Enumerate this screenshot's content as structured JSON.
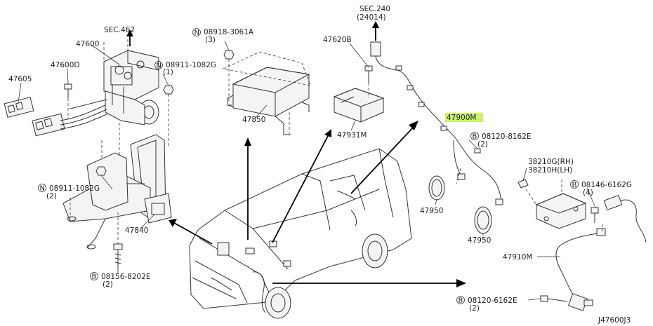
{
  "labels": {
    "sec462": "SEC.462",
    "sec240": "SEC.240",
    "sec240_sub": "(24014)",
    "p47600": "47600",
    "p47600D": "47600D",
    "p47605": "47605",
    "n08911_top": "08911-1082G",
    "n08911_top_qty": "(1)",
    "n08918": "08918-3061A",
    "n08918_qty": "(3)",
    "p47620B": "47620B",
    "p47850": "47850",
    "p47931M": "47931M",
    "p47900M": "47900M",
    "b08120_top": "08120-8162E",
    "b08120_top_qty": "(2)",
    "p38210G": "38210G(RH)",
    "p38210H": "38210H(LH)",
    "b08146": "08146-6162G",
    "b08146_qty": "(4)",
    "n08911_mid": "08911-1082G",
    "n08911_mid_qty": "(2)",
    "p47840": "47840",
    "p47950_a": "47950",
    "p47950_b": "47950",
    "p47910M": "47910M",
    "b08156": "08156-8202E",
    "b08156_qty": "(2)",
    "b08120_bot": "08120-6162E",
    "b08120_bot_qty": "(2)",
    "diagram_id": "J47600J3"
  },
  "symbols": {
    "N": "N",
    "B": "B"
  },
  "colors": {
    "highlight": "#c8f56a",
    "ink": "#333333"
  }
}
